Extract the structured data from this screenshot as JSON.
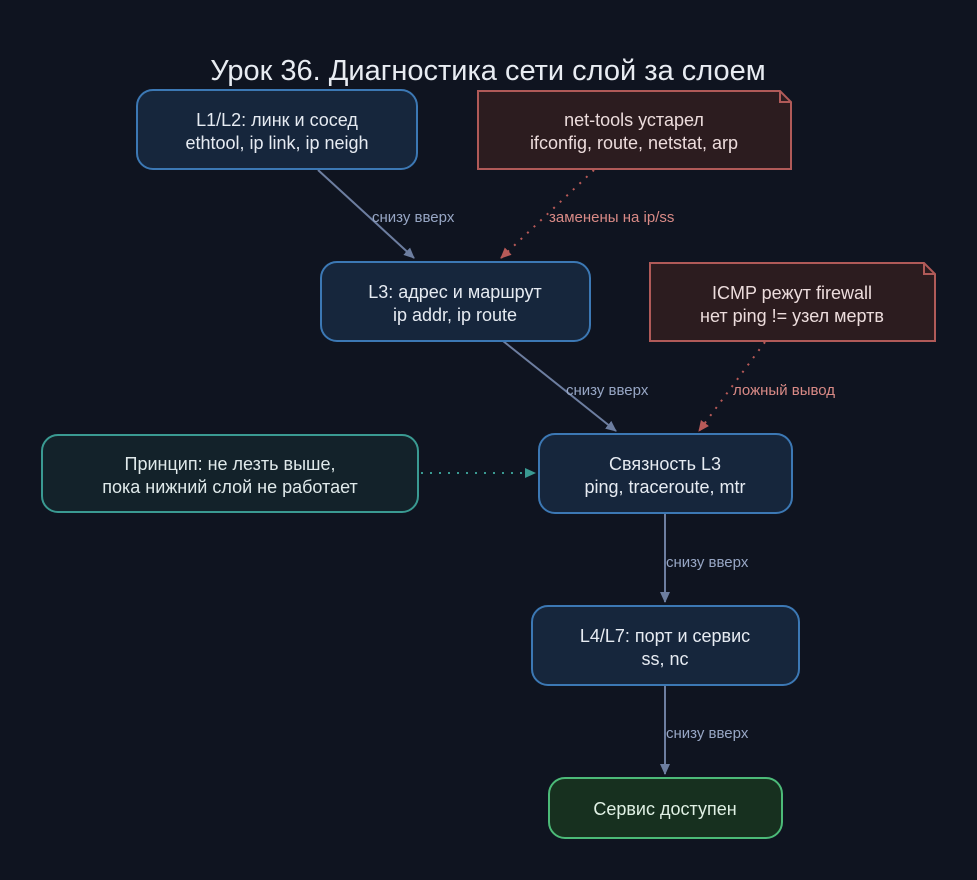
{
  "title": "Урок 36. Диагностика сети слой за слоем",
  "colors": {
    "background": "#0f1420",
    "title": "#e8ecf2",
    "layer_fill": "#16263c",
    "layer_stroke": "#3c78b4",
    "layer_text": "#e6ebf2",
    "note_fill": "#2c1c1f",
    "note_stroke": "#b05a58",
    "note_text": "#ecdcdc",
    "principle_fill": "#13222a",
    "principle_stroke": "#3a9a92",
    "principle_text": "#dfe9ea",
    "ok_fill": "#17301f",
    "ok_stroke": "#4cba78",
    "ok_text": "#e0f0e4",
    "edge_main": "#6d7ea0",
    "edge_main_label": "#97a6c4",
    "edge_note": "#b85a58",
    "edge_note_label": "#d98a86",
    "edge_principle": "#3a9a92"
  },
  "nodes": {
    "l12": {
      "line1": "L1/L2: линк и сосед",
      "line2": "ethtool, ip link, ip neigh"
    },
    "l3": {
      "line1": "L3: адрес и маршрут",
      "line2": "ip addr, ip route"
    },
    "conn": {
      "line1": "Связность L3",
      "line2": "ping, traceroute, mtr"
    },
    "l47": {
      "line1": "L4/L7: порт и сервис",
      "line2": "ss, nc"
    },
    "ok": {
      "line1": "Сервис доступен"
    },
    "nettools": {
      "line1": "net-tools устарел",
      "line2": "ifconfig, route, netstat, arp"
    },
    "icmp": {
      "line1": "ICMP режут firewall",
      "line2": "нет ping != узел мертв"
    },
    "principle": {
      "line1": "Принцип: не лезть выше,",
      "line2": "пока нижний слой не работает"
    }
  },
  "edges": {
    "e1": "снизу вверх",
    "e2": "снизу вверх",
    "e3": "снизу вверх",
    "e4": "снизу вверх",
    "nettools_edge": "заменены на ip/ss",
    "icmp_edge": "ложный вывод"
  }
}
